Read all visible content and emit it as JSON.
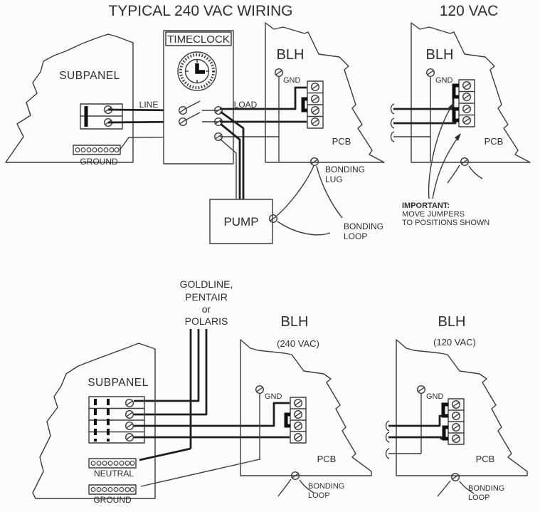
{
  "colors": {
    "background": "#fcfcfc",
    "line": "#3a3a3a",
    "thick_line": "#1f1f1f",
    "text": "#2e2e2e"
  },
  "top": {
    "title": "TYPICAL 240 VAC WIRING",
    "title_120": "120 VAC",
    "subpanel": {
      "label": "SUBPANEL",
      "ground_label": "GROUND"
    },
    "line_label": "LINE",
    "load_label": "LOAD",
    "timeclock": {
      "label": "TIMECLOCK"
    },
    "blh_240": {
      "label": "BLH",
      "gnd_label": "GND",
      "pcb_label": "PCB"
    },
    "bonding_lug": {
      "line1": "BONDING",
      "line2": "LUG"
    },
    "bonding_loop": {
      "line1": "BONDING",
      "line2": "LOOP"
    },
    "pump": {
      "label": "PUMP"
    },
    "blh_120": {
      "label": "BLH",
      "gnd_label": "GND",
      "pcb_label": "PCB"
    },
    "important": {
      "line1": "IMPORTANT:",
      "line2": "MOVE JUMPERS",
      "line3": "TO POSITIONS SHOWN"
    }
  },
  "bottom": {
    "controller": {
      "line1": "GOLDLINE,",
      "line2": "PENTAIR",
      "line3": "or",
      "line4": "POLARIS"
    },
    "subpanel": {
      "label": "SUBPANEL",
      "neutral_label": "NEUTRAL",
      "ground_label": "GROUND"
    },
    "blh_240": {
      "label": "BLH",
      "subtitle": "(240 VAC)",
      "gnd_label": "GND",
      "pcb_label": "PCB",
      "bonding": {
        "line1": "BONDING",
        "line2": "LOOP"
      }
    },
    "blh_120": {
      "label": "BLH",
      "subtitle": "(120 VAC)",
      "gnd_label": "GND",
      "pcb_label": "PCB",
      "bonding": {
        "line1": "BONDING",
        "line2": "LOOP"
      }
    }
  }
}
